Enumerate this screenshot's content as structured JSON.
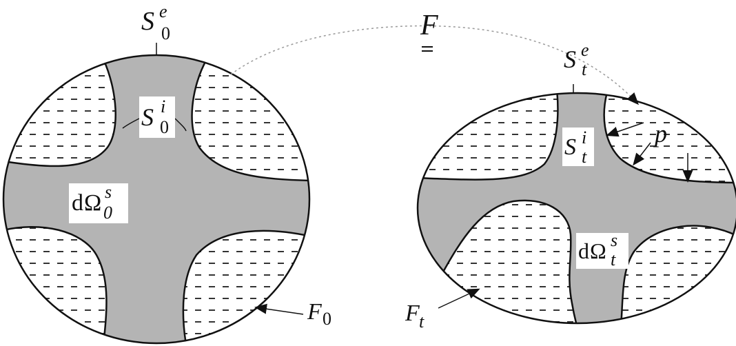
{
  "labels": {
    "mapping": "F",
    "S0e": {
      "base": "S",
      "sup": "e",
      "sub": "0"
    },
    "Ste": {
      "base": "S",
      "sup": "e",
      "sub": "t"
    },
    "S0i": {
      "base": "S",
      "sup": "i",
      "sub": "0"
    },
    "Sti": {
      "base": "S",
      "sup": "i",
      "sub": "t"
    },
    "dOmega0": {
      "d": "d",
      "omega": "Ω",
      "sup": "s",
      "sub": "0"
    },
    "dOmegat": {
      "d": "d",
      "omega": "Ω",
      "sup": "s",
      "sub": "t"
    },
    "p": "p",
    "F0": {
      "base": "F",
      "sub": "0"
    },
    "Ft": {
      "base": "F",
      "sub": "t"
    }
  },
  "colors": {
    "solid_fill": "#b4b4b4",
    "pore_fill": "#ffffff",
    "outline": "#111111",
    "dash": "#333333"
  }
}
